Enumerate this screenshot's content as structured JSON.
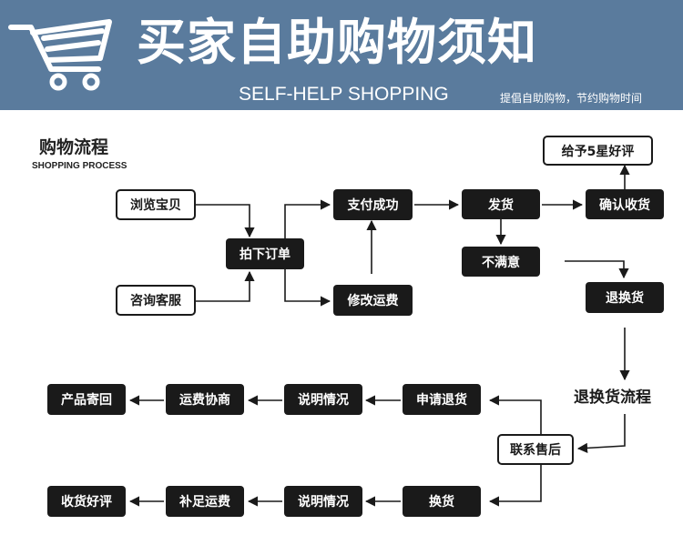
{
  "banner": {
    "title": "买家自助购物须知",
    "subtitle": "SELF-HELP SHOPPING",
    "tagline": "提倡自助购物，节约购物时间"
  },
  "section": {
    "title": "购物流程",
    "subtitle": "SHOPPING PROCESS"
  },
  "nodes": {
    "five_star": "给予5星好评",
    "browse": "浏览宝贝",
    "consult": "咨询客服",
    "place_order": "拍下订单",
    "pay_success": "支付成功",
    "modify_shipping": "修改运费",
    "ship": "发货",
    "confirm_receipt": "确认收货",
    "unsatisfied": "不满意",
    "return_exchange": "退换货",
    "return_exchange_flow": "退换货流程",
    "contact_after_sales": "联系售后",
    "request_return": "申请退货",
    "explain_situation_1": "说明情况",
    "shipping_negotiation": "运费协商",
    "send_back_product": "产品寄回",
    "exchange": "换货",
    "explain_situation_2": "说明情况",
    "pay_shipping_difference": "补足运费",
    "receive_and_rate": "收货好评"
  },
  "colors": {
    "banner_bg": "#5a7b9d",
    "node_bg": "#1a1a1a",
    "node_text": "#ffffff"
  }
}
